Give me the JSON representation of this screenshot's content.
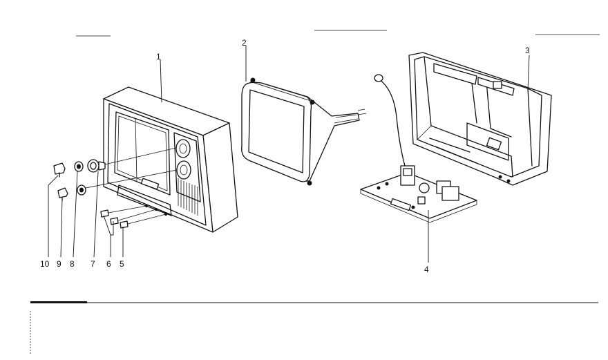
{
  "diagram": {
    "callouts": [
      {
        "id": "1",
        "label": "1"
      },
      {
        "id": "2",
        "label": "2"
      },
      {
        "id": "3",
        "label": "3"
      },
      {
        "id": "4",
        "label": "4"
      },
      {
        "id": "5",
        "label": "5"
      },
      {
        "id": "6",
        "label": "6"
      },
      {
        "id": "7",
        "label": "7"
      },
      {
        "id": "8",
        "label": "8"
      },
      {
        "id": "9",
        "label": "9"
      },
      {
        "id": "10",
        "label": "10"
      }
    ]
  },
  "colors": {
    "ink": "#111111",
    "paper": "#ffffff"
  }
}
